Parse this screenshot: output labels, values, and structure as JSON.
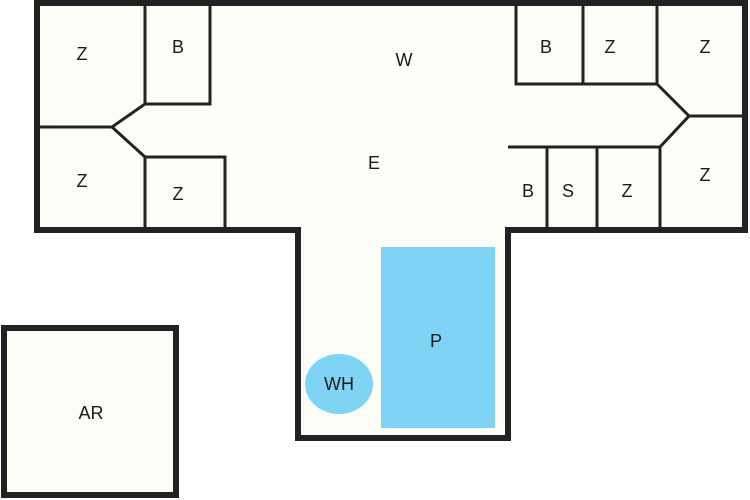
{
  "floor_plan": {
    "colors": {
      "floor": "#fdfdf8",
      "wall": "#222222",
      "pool": "#7fd3f5",
      "outside": "#ffffff"
    },
    "labels": {
      "z_top_left": "Z",
      "b_top_left": "B",
      "w_area": "W",
      "b_top_right": "B",
      "z_top_right_1": "Z",
      "z_top_right_2": "Z",
      "z_mid_left_1": "Z",
      "z_mid_left_2": "Z",
      "e_area": "E",
      "b_mid_right": "B",
      "s_mid_right": "S",
      "z_mid_right_1": "Z",
      "z_mid_right_2": "Z",
      "pool": "P",
      "water_heater": "WH",
      "outbuilding": "AR"
    }
  }
}
